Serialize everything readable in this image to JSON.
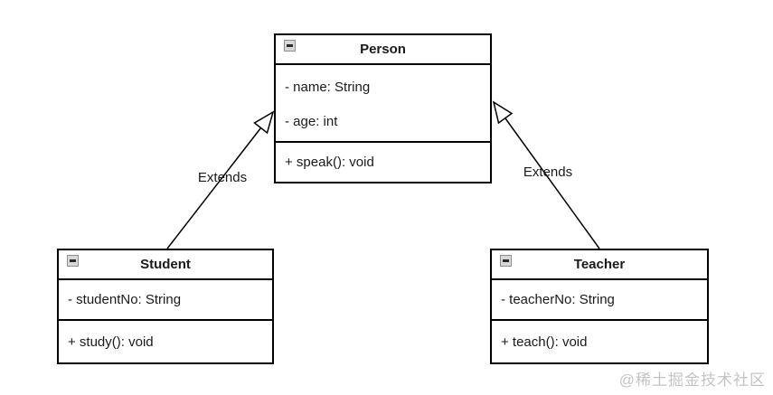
{
  "diagram": {
    "classes": [
      {
        "name": "Person",
        "attributes": [
          "- name: String",
          "- age: int"
        ],
        "methods": [
          "+ speak(): void"
        ]
      },
      {
        "name": "Student",
        "attributes": [
          "- studentNo: String"
        ],
        "methods": [
          "+ study(): void"
        ]
      },
      {
        "name": "Teacher",
        "attributes": [
          "- teacherNo: String"
        ],
        "methods": [
          "+ teach(): void"
        ]
      }
    ],
    "relationships": [
      {
        "from": "Student",
        "to": "Person",
        "type": "generalization",
        "label": "Extends"
      },
      {
        "from": "Teacher",
        "to": "Person",
        "type": "generalization",
        "label": "Extends"
      }
    ]
  },
  "icons": {
    "collapse": "−"
  },
  "colors": {
    "line": "#000000",
    "background": "#ffffff",
    "collapse_bg": "#d8d8d8",
    "watermark": "#c4c4c4"
  },
  "watermark": {
    "text": "@稀土掘金技术社区"
  }
}
